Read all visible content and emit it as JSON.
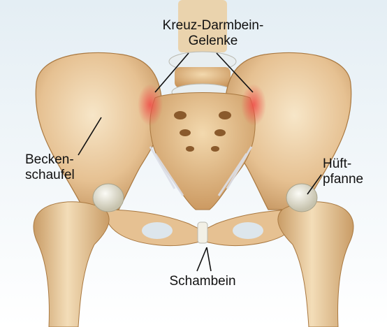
{
  "labels": {
    "sacroiliac": {
      "line1": "Kreuz-Darmbein-",
      "line2": "Gelenke"
    },
    "iliac_wing": {
      "line1": "Becken-",
      "line2": "schaufel"
    },
    "hip_socket": {
      "line1": "Hüft-",
      "line2": "pfanne"
    },
    "pubis": {
      "line1": "Schambein"
    }
  },
  "colors": {
    "background_top": "#e4eef4",
    "background_bottom": "#ffffff",
    "bone": "#e9c99b",
    "bone_shadow": "#b98a55",
    "bone_light": "#f6e3c3",
    "cartilage": "#e8eef0",
    "inflammation": "#f0504a",
    "leader_line": "#111111"
  }
}
